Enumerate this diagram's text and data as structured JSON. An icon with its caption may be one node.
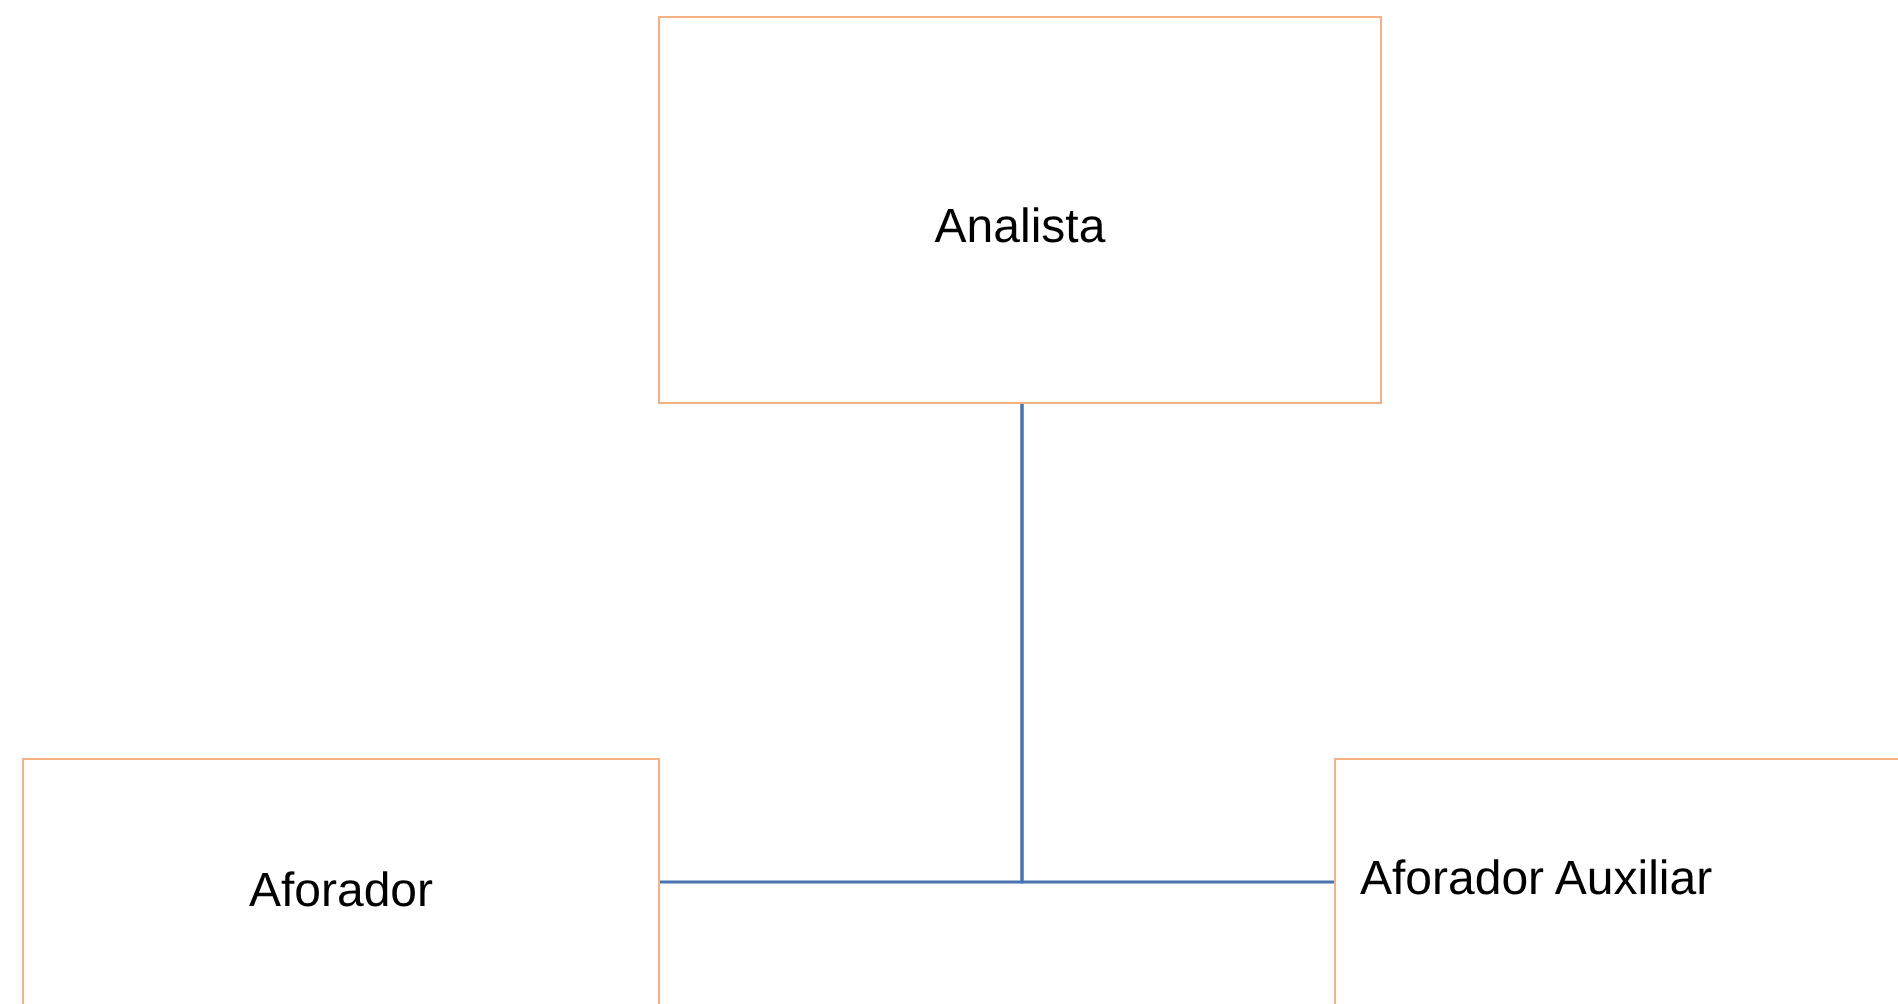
{
  "diagram": {
    "nodes": [
      {
        "text": [
          "Analista"
        ]
      },
      {
        "text": [
          "Aforador"
        ]
      },
      {
        "text": [
          "Aforador Auxiliar"
        ]
      }
    ],
    "edges": [
      {
        "from": 0,
        "to": 1,
        "arrow": "none"
      },
      {
        "from": 0,
        "to": 2,
        "arrow": "none"
      }
    ]
  }
}
